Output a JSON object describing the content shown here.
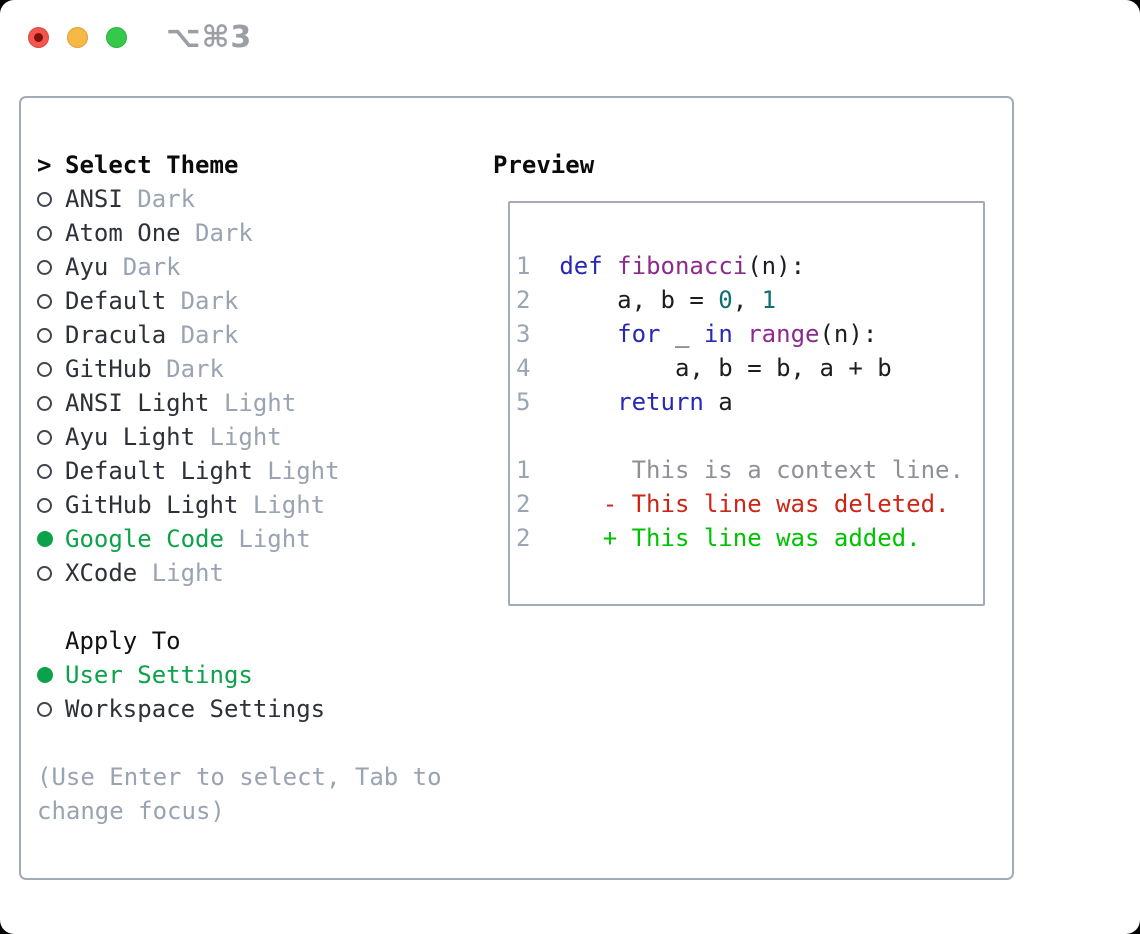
{
  "window": {
    "title": "⌥⌘3"
  },
  "theme_selector": {
    "prompt": ">",
    "title": "Select Theme",
    "items": [
      {
        "name": "ANSI",
        "variant": "Dark",
        "selected": false
      },
      {
        "name": "Atom One",
        "variant": "Dark",
        "selected": false
      },
      {
        "name": "Ayu",
        "variant": "Dark",
        "selected": false
      },
      {
        "name": "Default",
        "variant": "Dark",
        "selected": false
      },
      {
        "name": "Dracula",
        "variant": "Dark",
        "selected": false
      },
      {
        "name": "GitHub",
        "variant": "Dark",
        "selected": false
      },
      {
        "name": "ANSI Light",
        "variant": "Light",
        "selected": false
      },
      {
        "name": "Ayu Light",
        "variant": "Light",
        "selected": false
      },
      {
        "name": "Default Light",
        "variant": "Light",
        "selected": false
      },
      {
        "name": "GitHub Light",
        "variant": "Light",
        "selected": false
      },
      {
        "name": "Google Code",
        "variant": "Light",
        "selected": true
      },
      {
        "name": "XCode",
        "variant": "Light",
        "selected": false
      }
    ]
  },
  "apply_to": {
    "title": "Apply To",
    "options": [
      {
        "label": "User Settings",
        "selected": true
      },
      {
        "label": "Workspace Settings",
        "selected": false
      }
    ]
  },
  "hint": {
    "line1": "(Use Enter to select, Tab to",
    "line2": "change focus)"
  },
  "preview": {
    "title": "Preview",
    "lines": [
      {
        "num": "1",
        "tokens": [
          {
            "t": "  ",
            "c": "pln"
          },
          {
            "t": "def",
            "c": "kw"
          },
          {
            "t": " ",
            "c": "pln"
          },
          {
            "t": "fibonacci",
            "c": "fn"
          },
          {
            "t": "(n):",
            "c": "pln"
          }
        ]
      },
      {
        "num": "2",
        "tokens": [
          {
            "t": "      a, b = ",
            "c": "pln"
          },
          {
            "t": "0",
            "c": "lit"
          },
          {
            "t": ", ",
            "c": "pln"
          },
          {
            "t": "1",
            "c": "lit"
          }
        ]
      },
      {
        "num": "3",
        "tokens": [
          {
            "t": "      ",
            "c": "pln"
          },
          {
            "t": "for",
            "c": "kw"
          },
          {
            "t": " _ ",
            "c": "pln"
          },
          {
            "t": "in",
            "c": "kw"
          },
          {
            "t": " ",
            "c": "pln"
          },
          {
            "t": "range",
            "c": "fn"
          },
          {
            "t": "(n):",
            "c": "pln"
          }
        ]
      },
      {
        "num": "4",
        "tokens": [
          {
            "t": "          a, b = b, a + b",
            "c": "pln"
          }
        ]
      },
      {
        "num": "5",
        "tokens": [
          {
            "t": "      ",
            "c": "pln"
          },
          {
            "t": "return",
            "c": "kw"
          },
          {
            "t": " a",
            "c": "pln"
          }
        ]
      },
      {
        "num": "",
        "tokens": []
      },
      {
        "num": "1",
        "tokens": [
          {
            "t": "       This is a context line.",
            "c": "ctx"
          }
        ]
      },
      {
        "num": "2",
        "tokens": [
          {
            "t": "     - This line was deleted.",
            "c": "del"
          }
        ]
      },
      {
        "num": "2",
        "tokens": [
          {
            "t": "     + This line was added.",
            "c": "add"
          }
        ]
      }
    ]
  },
  "colors": {
    "accent_green": "#0ca24a",
    "diff_add": "#00c300",
    "diff_del": "#cb2617",
    "keyword": "#2828b2",
    "function": "#8d2b8d",
    "literal": "#0e7070",
    "plain": "#1c1c22",
    "gutter": "#9aa5b4",
    "context": "#8e9096",
    "muted": "#9aa3b2",
    "text_dark": "#2e3138",
    "border": "#a3abb6",
    "radio_ring": "#42464e",
    "title_gray": "#9b9fa5",
    "traffic_red": "#f5554d",
    "traffic_red_dot": "#7f120d",
    "traffic_yellow": "#f7b845",
    "traffic_green": "#36c84b"
  }
}
